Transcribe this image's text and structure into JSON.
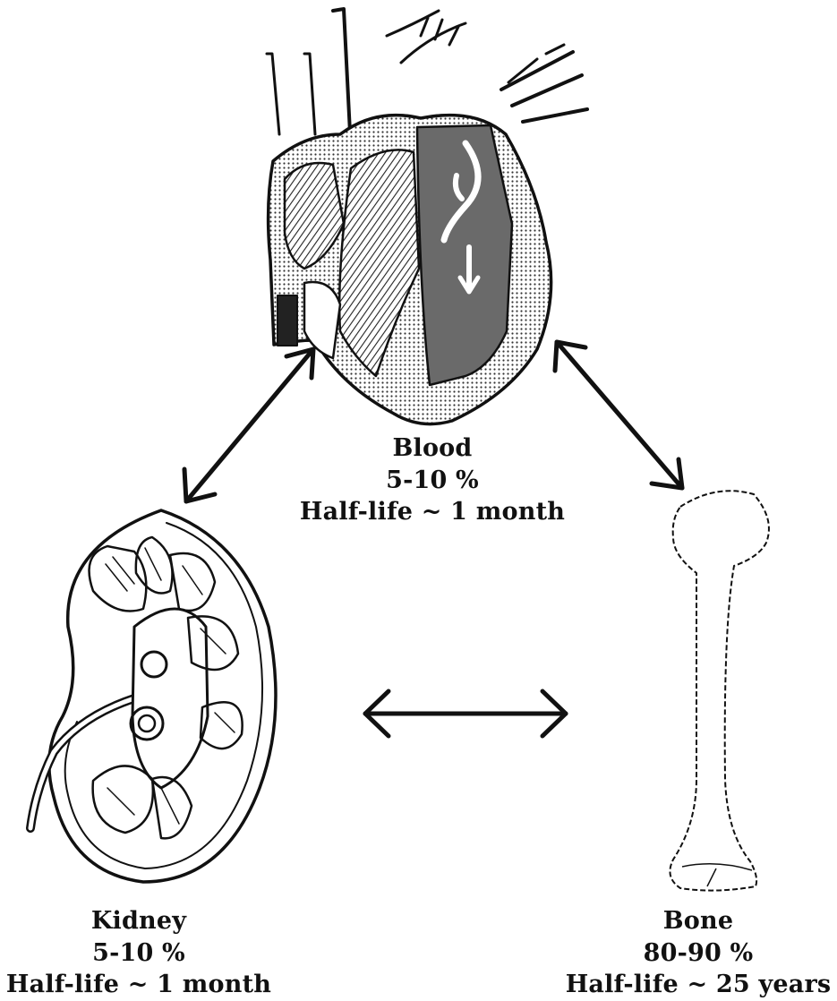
{
  "nodes": {
    "blood": {
      "name": "Blood",
      "percent": "5-10 %",
      "half_life": "Half-life ~ 1 month",
      "icon": "heart-cross-section-icon"
    },
    "kidney": {
      "name": "Kidney",
      "percent": "5-10 %",
      "half_life": "Half-life ~ 1 month",
      "icon": "kidney-cross-section-icon"
    },
    "bone": {
      "name": "Bone",
      "percent": "80-90 %",
      "half_life": "Half-life ~ 25 years",
      "icon": "bone-icon"
    }
  },
  "connections": [
    {
      "from": "blood",
      "to": "kidney",
      "type": "bidirectional"
    },
    {
      "from": "blood",
      "to": "bone",
      "type": "bidirectional"
    },
    {
      "from": "kidney",
      "to": "bone",
      "type": "bidirectional"
    }
  ],
  "colors": {
    "line": "#111111",
    "shading": "#6a6a6a",
    "background": "#ffffff"
  }
}
